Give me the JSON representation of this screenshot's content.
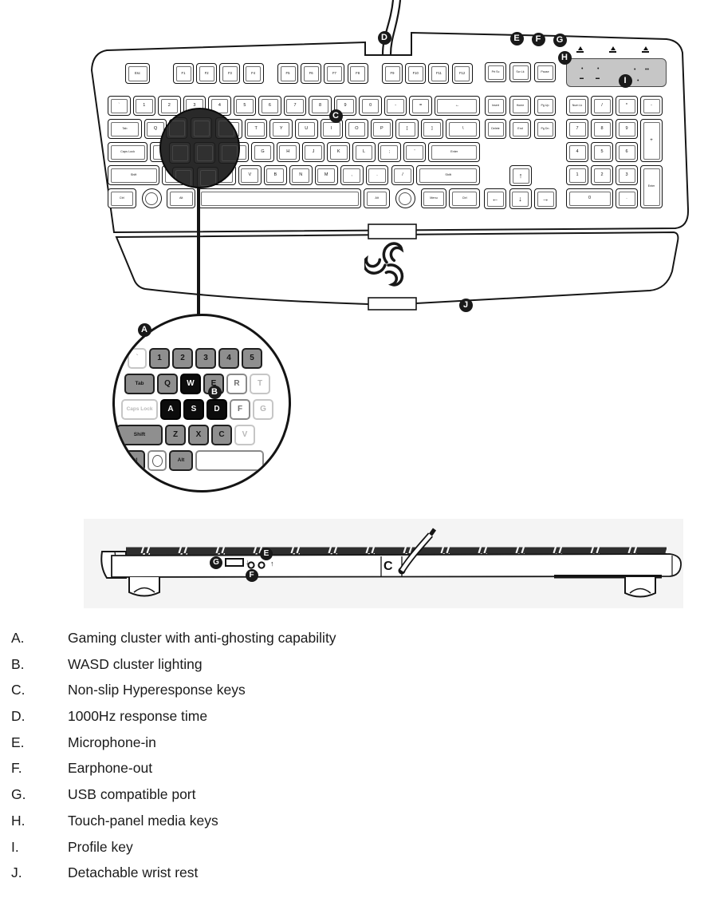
{
  "colors": {
    "ink": "#1a1a1a",
    "panel_gray": "#c6c6c6",
    "strip_gray": "#f4f4f4",
    "key_gray": "#8f8f8f",
    "key_black": "#0c0c0c"
  },
  "callouts": {
    "a": "A",
    "b": "B",
    "c": "C",
    "d": "D",
    "e": "E",
    "f": "F",
    "g": "G",
    "h": "H",
    "i": "I",
    "j": "J"
  },
  "legend": {
    "items": [
      {
        "letter": "A.",
        "text": "Gaming cluster with anti-ghosting capability"
      },
      {
        "letter": "B.",
        "text": "WASD cluster lighting"
      },
      {
        "letter": "C.",
        "text": "Non-slip Hyperesponse keys"
      },
      {
        "letter": "D.",
        "text": "1000Hz response time"
      },
      {
        "letter": "E.",
        "text": "Microphone-in"
      },
      {
        "letter": "F.",
        "text": "Earphone-out"
      },
      {
        "letter": "G.",
        "text": "USB compatible port"
      },
      {
        "letter": "H.",
        "text": "Touch-panel media keys"
      },
      {
        "letter": "I.",
        "text": "Profile key"
      },
      {
        "letter": "J.",
        "text": "Detachable wrist rest"
      }
    ]
  },
  "keyboard": {
    "esc": "Esc",
    "function_groups": [
      [
        "F1",
        "F2",
        "F3",
        "F4"
      ],
      [
        "F5",
        "F6",
        "F7",
        "F8"
      ],
      [
        "F9",
        "F10",
        "F11",
        "F12"
      ]
    ],
    "system_keys": [
      "Prt Sc",
      "Scr Lk",
      "Pause"
    ],
    "main_rows": [
      [
        {
          "l": "`"
        },
        {
          "l": "1"
        },
        {
          "l": "2"
        },
        {
          "l": "3"
        },
        {
          "l": "4"
        },
        {
          "l": "5"
        },
        {
          "l": "6"
        },
        {
          "l": "7"
        },
        {
          "l": "8"
        },
        {
          "l": "9"
        },
        {
          "l": "0"
        },
        {
          "l": "-"
        },
        {
          "l": "="
        },
        {
          "l": "←",
          "w": 2
        }
      ],
      [
        {
          "l": "Tab",
          "w": 1.5
        },
        {
          "l": "Q"
        },
        {
          "l": "W"
        },
        {
          "l": "E"
        },
        {
          "l": "R"
        },
        {
          "l": "T"
        },
        {
          "l": "Y"
        },
        {
          "l": "U"
        },
        {
          "l": "I"
        },
        {
          "l": "O"
        },
        {
          "l": "P"
        },
        {
          "l": "["
        },
        {
          "l": "]"
        },
        {
          "l": "\\",
          "w": 1.5
        }
      ],
      [
        {
          "l": "Caps Lock",
          "w": 1.75
        },
        {
          "l": "A"
        },
        {
          "l": "S"
        },
        {
          "l": "D"
        },
        {
          "l": "F"
        },
        {
          "l": "G"
        },
        {
          "l": "H"
        },
        {
          "l": "J"
        },
        {
          "l": "K"
        },
        {
          "l": "L"
        },
        {
          "l": ";"
        },
        {
          "l": "'"
        },
        {
          "l": "Enter",
          "w": 2.25
        }
      ],
      [
        {
          "l": "Shift",
          "w": 2.25
        },
        {
          "l": "Z"
        },
        {
          "l": "X"
        },
        {
          "l": "C"
        },
        {
          "l": "V"
        },
        {
          "l": "B"
        },
        {
          "l": "N"
        },
        {
          "l": "M"
        },
        {
          "l": ","
        },
        {
          "l": "."
        },
        {
          "l": "/"
        },
        {
          "l": "Shift",
          "w": 2.75
        }
      ],
      [
        {
          "l": "Ctrl",
          "w": 1.2
        },
        {
          "l": "",
          "w": 1.1,
          "r": 1
        },
        {
          "l": "Alt",
          "w": 1.2
        },
        {
          "l": "",
          "w": 6.9
        },
        {
          "l": "Alt",
          "w": 1.1
        },
        {
          "l": "",
          "w": 1.1,
          "r": 1
        },
        {
          "l": "Menu",
          "w": 1.1
        },
        {
          "l": "Ctrl",
          "w": 1.3
        }
      ]
    ],
    "nav_rows": [
      [
        "Insert",
        "Home",
        "Pg Up"
      ],
      [
        "Delete",
        "End",
        "Pg Dn"
      ]
    ],
    "arrows": {
      "up": "↑",
      "left": "←",
      "down": "↓",
      "right": "→"
    },
    "numpad": {
      "row0": [
        "Num Lk",
        "/",
        "*",
        "-"
      ],
      "digits": [
        [
          "7",
          "8",
          "9"
        ],
        [
          "4",
          "5",
          "6"
        ],
        [
          "1",
          "2",
          "3"
        ]
      ],
      "plus": "+",
      "enter": "Enter",
      "zero": "0",
      "dot": "."
    },
    "media_panel": {
      "marks": [
        "•",
        "•",
        "▬",
        "▬",
        "•",
        "••",
        "•"
      ],
      "logo": "razer-logo"
    },
    "lock_indicators": [
      "num-lock-indicator",
      "caps-lock-indicator",
      "scroll-lock-indicator"
    ]
  },
  "magnifier": {
    "rows": [
      {
        "keys": [
          {
            "l": "`",
            "s": "faint",
            "w": 24
          },
          {
            "l": "1",
            "s": "gray"
          },
          {
            "l": "2",
            "s": "gray"
          },
          {
            "l": "3",
            "s": "gray"
          },
          {
            "l": "4",
            "s": "gray"
          },
          {
            "l": "5",
            "s": "gray"
          }
        ]
      },
      {
        "keys": [
          {
            "l": "Tab",
            "s": "gray",
            "w": 38
          },
          {
            "l": "Q",
            "s": "gray"
          },
          {
            "l": "W",
            "s": "black"
          },
          {
            "l": "E",
            "s": "gray"
          },
          {
            "l": "R",
            "s": "plain"
          },
          {
            "l": "T",
            "s": "faint"
          }
        ]
      },
      {
        "keys": [
          {
            "l": "Caps Lock",
            "s": "faint",
            "w": 46
          },
          {
            "l": "A",
            "s": "black"
          },
          {
            "l": "S",
            "s": "black"
          },
          {
            "l": "D",
            "s": "black"
          },
          {
            "l": "F",
            "s": "plain"
          },
          {
            "l": "G",
            "s": "faint"
          }
        ]
      },
      {
        "keys": [
          {
            "l": "Shift",
            "s": "gray",
            "w": 58
          },
          {
            "l": "Z",
            "s": "gray"
          },
          {
            "l": "X",
            "s": "gray"
          },
          {
            "l": "C",
            "s": "gray"
          },
          {
            "l": "V",
            "s": "faint"
          }
        ]
      },
      {
        "keys": [
          {
            "l": "Ctrl",
            "s": "gray",
            "w": 30
          },
          {
            "l": "",
            "s": "plain",
            "w": 24,
            "r": 1
          },
          {
            "l": "Alt",
            "s": "gray",
            "w": 30
          },
          {
            "l": "",
            "s": "plain",
            "w": 86
          }
        ]
      }
    ]
  },
  "side_view": {
    "c_label": "C",
    "arrow_in": "↓",
    "arrow_out": "↑"
  }
}
